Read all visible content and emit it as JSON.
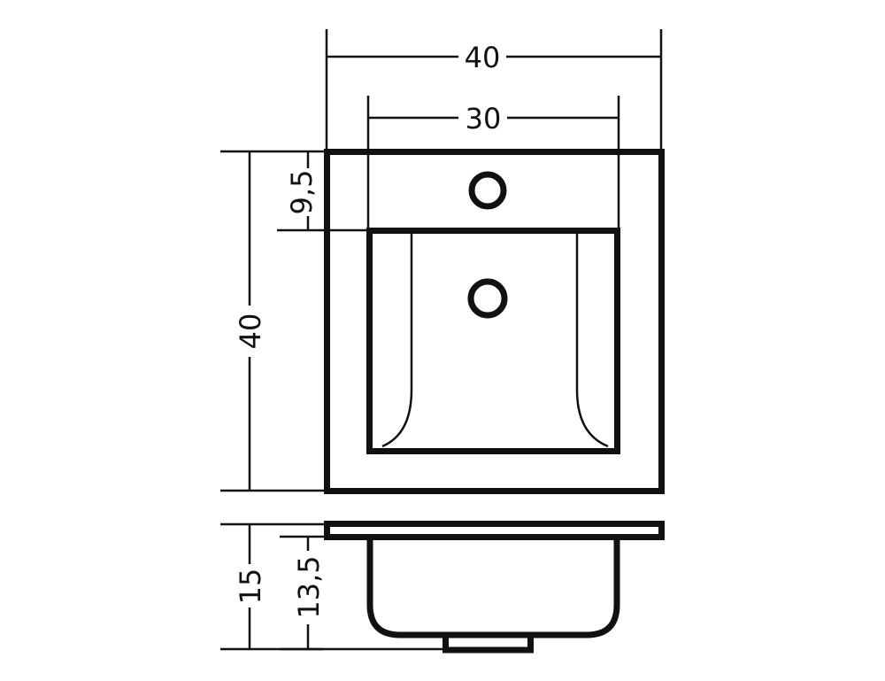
{
  "dimensions": {
    "top_width": "40",
    "basin_width": "30",
    "tap_offset": "9,5",
    "depth": "40",
    "total_height": "15",
    "basin_height": "13,5"
  },
  "colors": {
    "line": "#111111",
    "background": "#ffffff"
  }
}
